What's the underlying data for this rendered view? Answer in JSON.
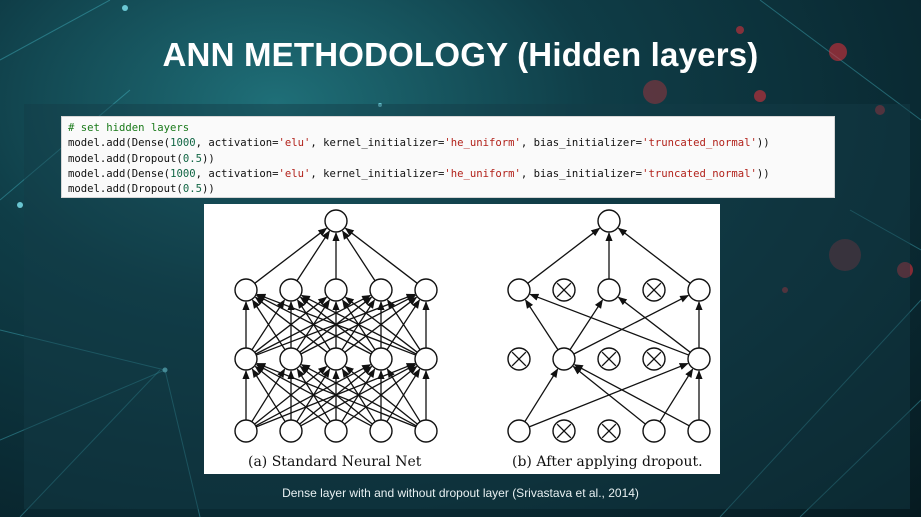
{
  "slide": {
    "title": "ANN METHODOLOGY (Hidden layers)",
    "caption": "Dense layer with and without dropout layer (Srivastava et al., 2014)"
  },
  "code": {
    "comment": "# set hidden layers",
    "line1_a": "model.add(Dense(",
    "line1_num": "1000",
    "line1_b": ", activation=",
    "line1_act": "'elu'",
    "line1_c": ", kernel_initializer=",
    "line1_ki": "'he_uniform'",
    "line1_d": ", bias_initializer=",
    "line1_bi": "'truncated_normal'",
    "line1_e": "))",
    "line2_a": "model.add(Dropout(",
    "line2_num": "0.5",
    "line2_b": "))"
  },
  "figure": {
    "label_a": "(a) Standard Neural Net",
    "label_b": "(b) After applying dropout."
  },
  "colors": {
    "accent": "#0f3d47",
    "comment": "#1a7a1a",
    "string": "#b2221b"
  }
}
